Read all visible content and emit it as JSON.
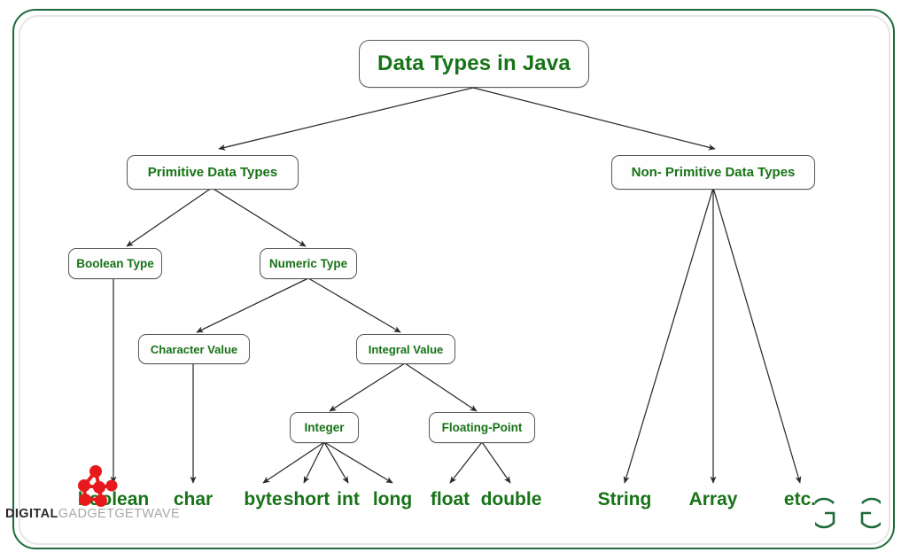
{
  "diagram": {
    "title": "Data Types in Java",
    "type": "tree",
    "accent_green": "#177317",
    "frame_color": "#1e6b3a",
    "node_border_color": "#5a5a5a",
    "edge_color": "#2b2b2b",
    "logo_red": "#e8191c",
    "nodes": {
      "root": "Data Types in Java",
      "primitive": "Primitive Data Types",
      "non_primitive": "Non- Primitive Data Types",
      "boolean_type": "Boolean Type",
      "numeric_type": "Numeric Type",
      "character_value": "Character Value",
      "integral_value": "Integral Value",
      "integer": "Integer",
      "floating_point": "Floating-Point"
    },
    "leaves": {
      "boolean": "boolean",
      "char": "char",
      "byte": "byte",
      "short": "short",
      "int": "int",
      "long": "long",
      "float": "float",
      "double": "double",
      "string": "String",
      "array": "Array",
      "etc": "etc."
    },
    "edges": [
      {
        "from": "root",
        "to": "primitive"
      },
      {
        "from": "root",
        "to": "non_primitive"
      },
      {
        "from": "primitive",
        "to": "boolean_type"
      },
      {
        "from": "primitive",
        "to": "numeric_type"
      },
      {
        "from": "numeric_type",
        "to": "character_value"
      },
      {
        "from": "numeric_type",
        "to": "integral_value"
      },
      {
        "from": "integral_value",
        "to": "integer"
      },
      {
        "from": "integral_value",
        "to": "floating_point"
      },
      {
        "from": "boolean_type",
        "to": "boolean"
      },
      {
        "from": "character_value",
        "to": "char"
      },
      {
        "from": "integer",
        "to": "byte"
      },
      {
        "from": "integer",
        "to": "short"
      },
      {
        "from": "integer",
        "to": "int"
      },
      {
        "from": "integer",
        "to": "long"
      },
      {
        "from": "floating_point",
        "to": "float"
      },
      {
        "from": "floating_point",
        "to": "double"
      },
      {
        "from": "non_primitive",
        "to": "string"
      },
      {
        "from": "non_primitive",
        "to": "array"
      },
      {
        "from": "non_primitive",
        "to": "etc"
      }
    ]
  },
  "watermarks": {
    "digital_strong": "DIGITAL",
    "digital_light": "GADGETGETWAVE",
    "gfg_logo_label": "GeeksforGeeks"
  }
}
